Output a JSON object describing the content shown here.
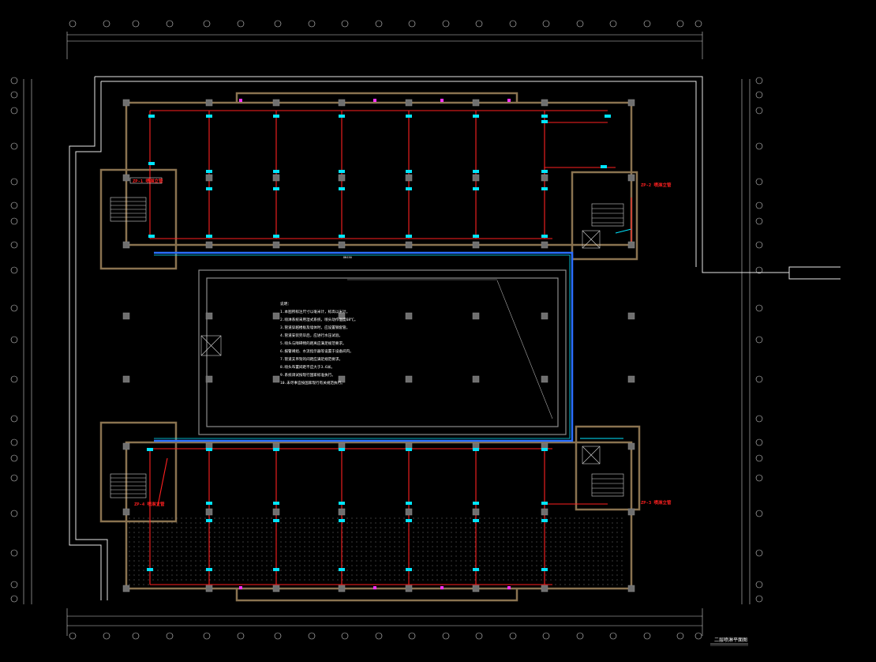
{
  "drawing": {
    "title": "二层喷淋平面图",
    "notes_title": "说明：",
    "notes": [
      "1.本图所标注尺寸以毫米计，标高以米计。",
      "2.喷淋系统采用湿式系统，喷头动作温度68℃。",
      "3.管道穿越楼板及墙体时，应设置钢套管。",
      "4.管道安装完毕后，应进行水压试验。",
      "5.喷头与障碍物的距离应满足规范要求。",
      "6.报警阀组、水流指示器等设置于设备间内。",
      "7.管道支吊架的间距应满足规范要求。",
      "8.喷头布置间距不应大于3.6米。",
      "9.系统调试按现行国家标准执行。",
      "10.未尽事宜按国家现行有关规范执行。"
    ]
  },
  "layers": {
    "background": "#000000",
    "building_outline": "#ffffff",
    "walls": "#8a7350",
    "columns": "#8c8c8c",
    "sprinkler_pipe": "#ff2020",
    "main_pipe": "#2a6fff",
    "pipe_highlight": "#00e5ff",
    "accent_magenta": "#ff30ff",
    "accent_green": "#30ff30"
  },
  "icons": {
    "sprinkler_head": "sprinkler-head-icon",
    "column": "column-icon",
    "stair": "stair-icon",
    "elevator": "elevator-icon",
    "axis_bubble": "axis-bubble-icon"
  },
  "labels": {
    "riser_tags": [
      "ZP-1 喷淋立管",
      "ZP-2 喷淋立管",
      "ZP-3 喷淋立管",
      "ZP-4 喷淋立管"
    ],
    "pipe_note": "DN150"
  }
}
